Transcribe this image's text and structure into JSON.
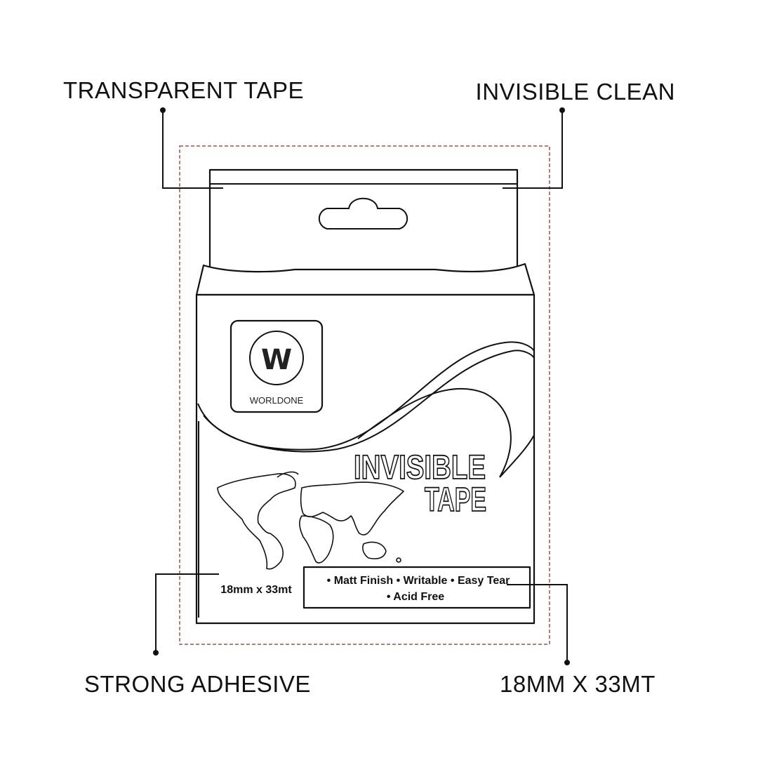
{
  "callouts": {
    "top_left": "TRANSPARENT TAPE",
    "top_right": "INVISIBLE CLEAN",
    "bottom_left": "STRONG ADHESIVE",
    "bottom_right": "18MM X 33MT"
  },
  "package": {
    "brand": "WORLDONE",
    "logo_mark": "W",
    "title_line1": "INVISIBLE",
    "title_line2": "TAPE",
    "size": "18mm x 33mt",
    "features_line1": "• Matt Finish • Writable • Easy Tear",
    "features_line2": "• Acid Free"
  },
  "colors": {
    "dashed_border": "#a0524a",
    "ink": "#111111"
  }
}
